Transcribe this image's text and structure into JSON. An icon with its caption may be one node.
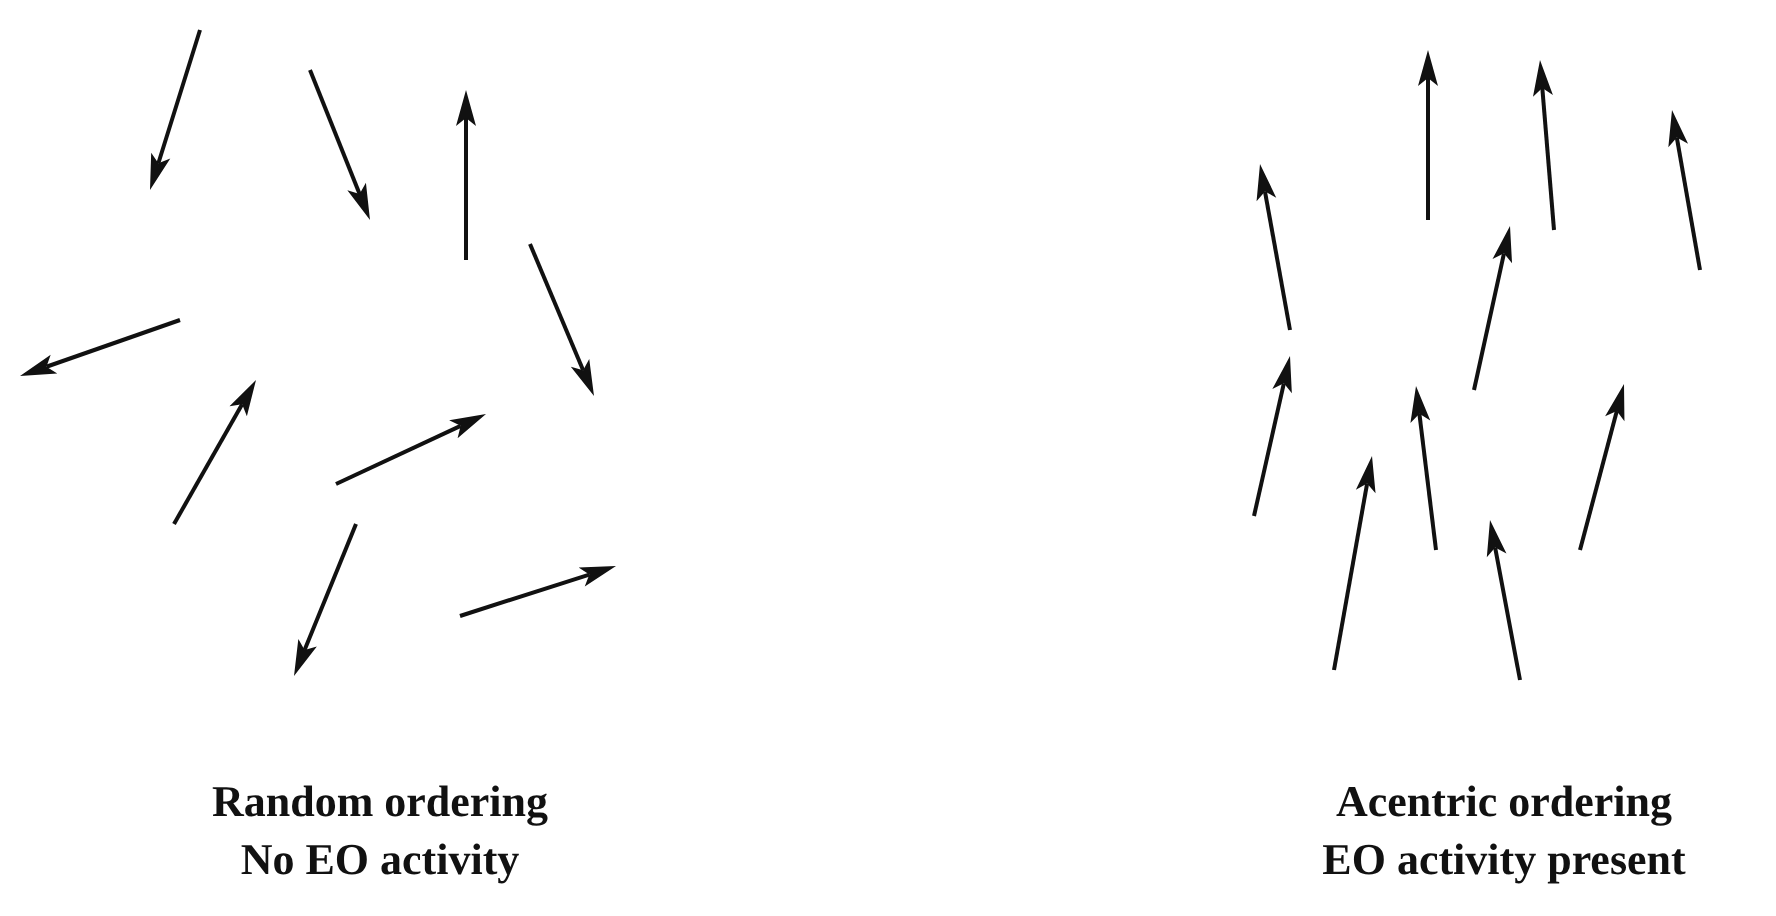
{
  "diagram": {
    "labels": [
      "Random ordering",
      "No EO activity",
      "Acentric ordering",
      "EO activity present"
    ]
  }
}
